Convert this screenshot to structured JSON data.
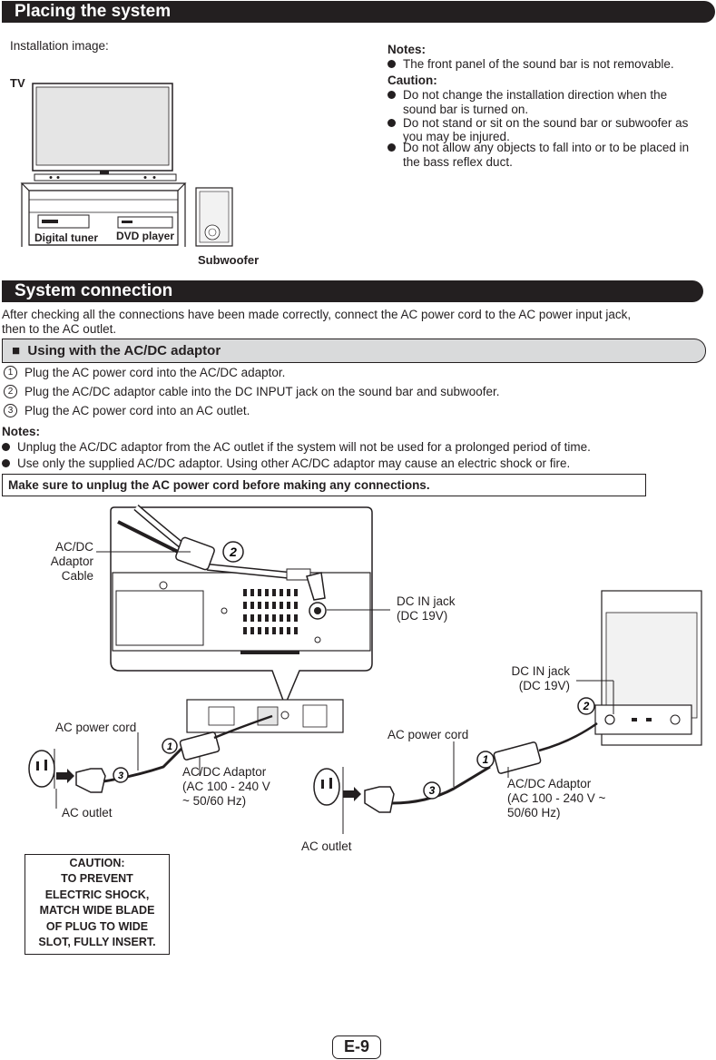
{
  "section1": {
    "title": "Placing the system",
    "install_label": "Installation image:",
    "tv_label": "TV",
    "digital_tuner_label": "Digital tuner",
    "dvd_player_label": "DVD player",
    "subwoofer_label": "Subwoofer",
    "notes_heading": "Notes:",
    "notes": [
      "The front panel of the sound bar is not removable."
    ],
    "caution_heading": "Caution:",
    "cautions": [
      [
        "Do not change the installation direction when the",
        "sound bar is turned on."
      ],
      [
        "Do not stand or sit on the sound bar or subwoofer as",
        "you may be injured."
      ],
      [
        "Do not allow any objects to fall into or to be placed in",
        "the bass reflex duct."
      ]
    ]
  },
  "section2": {
    "title": "System connection",
    "intro_line1": "After checking all the connections have been made correctly, connect the AC power cord to the AC power input jack,",
    "intro_line2": "then to the AC outlet.",
    "subheading": "Using with the AC/DC adaptor",
    "subheading_marker": "■",
    "steps": [
      {
        "num": "1",
        "text": "Plug the AC power cord into the AC/DC adaptor."
      },
      {
        "num": "2",
        "text": "Plug the AC/DC adaptor cable into the DC INPUT jack on the sound bar and subwoofer."
      },
      {
        "num": "3",
        "text": "Plug the AC power cord into an AC outlet."
      }
    ],
    "notes_heading": "Notes:",
    "notes": [
      "Unplug the AC/DC adaptor from the AC outlet if the system will not be used for a prolonged period of time.",
      "Use only the supplied AC/DC adaptor. Using other AC/DC adaptor may cause an electric shock or fire."
    ],
    "warning": "Make sure to unplug the AC power cord before making any connections."
  },
  "diagram": {
    "adaptor_cable_l1": "AC/DC",
    "adaptor_cable_l2": "Adaptor",
    "adaptor_cable_l3": "Cable",
    "dc_in_l1": "DC IN jack",
    "dc_in_l2": "(DC 19V)",
    "dc_in_sub_l1": "DC IN jack",
    "dc_in_sub_l2": "(DC 19V)",
    "ac_power_cord_left": "AC power cord",
    "ac_power_cord_right": "AC power cord",
    "adaptor_left_l1": "AC/DC Adaptor",
    "adaptor_left_l2": "(AC 100 - 240 V",
    "adaptor_left_l3": "~ 50/60 Hz)",
    "adaptor_right_l1": "AC/DC Adaptor",
    "adaptor_right_l2": "(AC 100 - 240 V ~",
    "adaptor_right_l3": "50/60 Hz)",
    "ac_outlet_left": "AC outlet",
    "ac_outlet_right": "AC outlet",
    "callout_1": "1",
    "callout_2": "2",
    "callout_3": "3"
  },
  "caution_box": [
    "CAUTION:",
    "TO PREVENT",
    "ELECTRIC SHOCK,",
    "MATCH WIDE BLADE",
    "OF PLUG TO WIDE",
    "SLOT, FULLY INSERT."
  ],
  "page_number": "E-9"
}
